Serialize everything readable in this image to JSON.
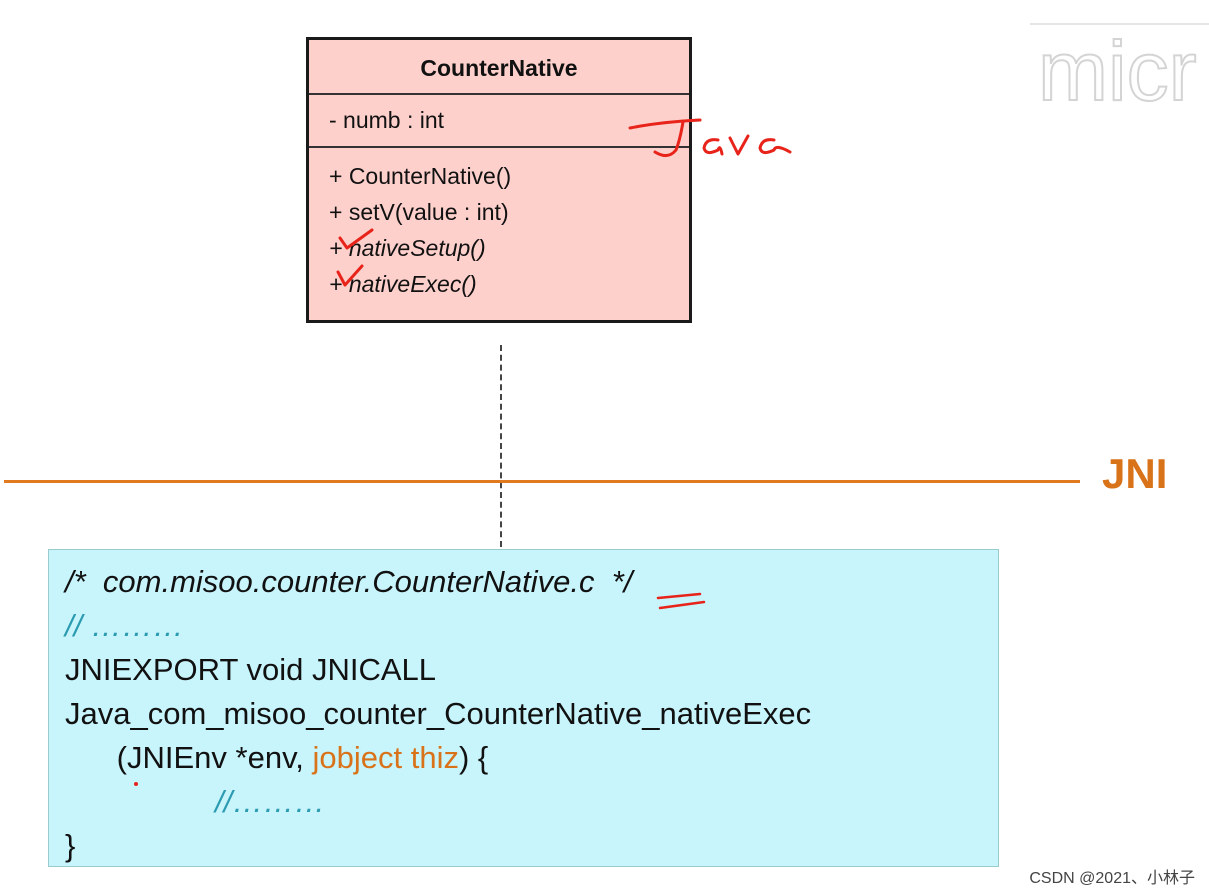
{
  "uml_class": {
    "name": "CounterNative",
    "attributes": [
      "- numb : int"
    ],
    "operations": [
      {
        "text": "+ CounterNative()",
        "italic": false
      },
      {
        "text": "+ setV(value : int)",
        "italic": false
      },
      {
        "text": "+ nativeSetup()",
        "italic": true
      },
      {
        "text": "+ nativeExec()",
        "italic": true
      }
    ]
  },
  "handwritten_note": "Java",
  "divider_label": "JNI",
  "code": {
    "line1": "/*  com.misoo.counter.CounterNative.c  */",
    "line2": "// ………",
    "line3": "JNIEXPORT void JNICALL",
    "line4": "Java_com_misoo_counter_CounterNative_nativeExec",
    "line5_prefix": "      (JNIEnv *env, ",
    "line5_highlight": "jobject thiz",
    "line5_suffix": ") {",
    "line6": "//………",
    "line7": "}"
  },
  "watermark_text": "micr",
  "credit": "CSDN @2021、小林子",
  "colors": {
    "class_fill": "#fdd0cc",
    "jni_accent": "#d9731a",
    "code_bg": "#c8f4fb",
    "annotation_red": "#e8231a"
  }
}
